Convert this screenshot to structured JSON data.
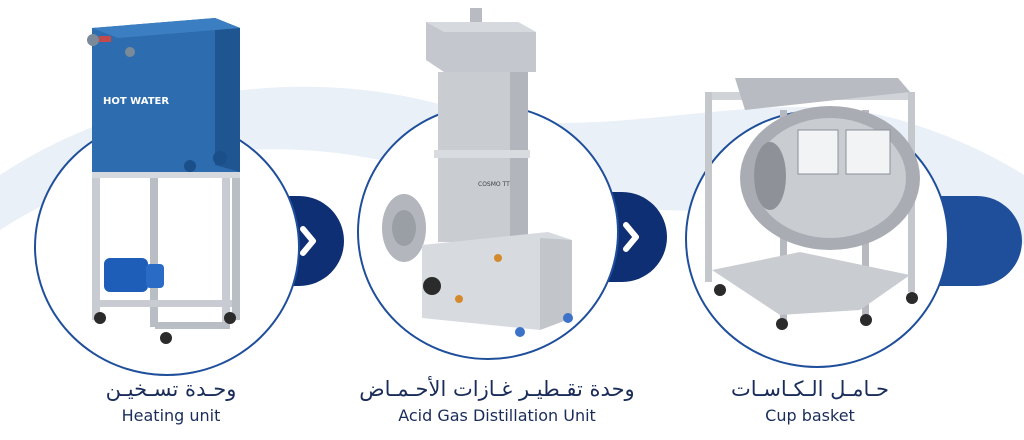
{
  "units": [
    {
      "label_ar": "وحـدة تسـخيـن",
      "label_en": "Heating unit",
      "tank_label": "HOT WATER"
    },
    {
      "label_ar": "وحدة تقـطيـر غـازات الأحـمـاض",
      "label_en": "Acid Gas Distillation Unit",
      "brand_label": "COSMO TT"
    },
    {
      "label_ar": "حـامـل الـكـاسـات",
      "label_en": "Cup basket"
    }
  ],
  "colors": {
    "brand_blue": "#1f4f9b",
    "dark_navy": "#0e2f73",
    "swoosh": "#eaf0f8",
    "text": "#1a2d5a"
  }
}
